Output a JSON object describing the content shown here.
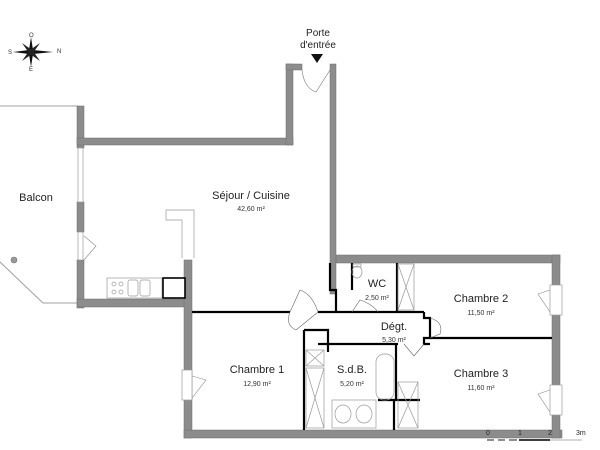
{
  "plan": {
    "entrance_label_line1": "Porte",
    "entrance_label_line2": "d'entrée",
    "colors": {
      "wall_fill": "#8c8c8c",
      "wall_stroke": "#6e6e6e",
      "partition": "#000000",
      "fixture_line": "#9a9a9a",
      "background": "#ffffff"
    },
    "rooms": [
      {
        "id": "sejour",
        "name": "Séjour / Cuisine",
        "area": "42,60 m²"
      },
      {
        "id": "balcon",
        "name": "Balcon",
        "area": ""
      },
      {
        "id": "wc",
        "name": "WC",
        "area": "2,50 m²"
      },
      {
        "id": "chambre2",
        "name": "Chambre 2",
        "area": "11,50 m²"
      },
      {
        "id": "degt",
        "name": "Dégt.",
        "area": "5,30 m²"
      },
      {
        "id": "chambre3",
        "name": "Chambre 3",
        "area": "11,60 m²"
      },
      {
        "id": "chambre1",
        "name": "Chambre 1",
        "area": "12,90 m²"
      },
      {
        "id": "sdb",
        "name": "S.d.B.",
        "area": "5,20 m²"
      }
    ],
    "compass": {
      "n": "N",
      "s": "S",
      "e": "E",
      "o": "O",
      "icon": "compass-rose-icon"
    },
    "scale": {
      "ticks": [
        "0",
        "1",
        "2",
        "3m"
      ]
    }
  }
}
